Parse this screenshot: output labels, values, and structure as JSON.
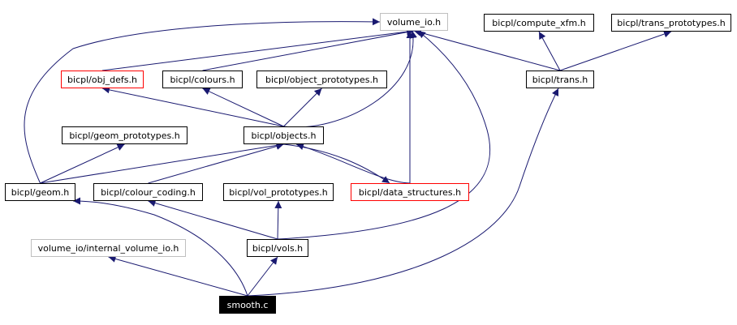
{
  "colors": {
    "edge": "#191970",
    "border_default": "#000000",
    "border_red": "#ff0000",
    "border_gray": "#bfbfbf",
    "root_fill": "#000000",
    "root_text": "#ffffff"
  },
  "nodes": [
    {
      "id": "volume_io_h",
      "label": "volume_io.h",
      "style": "gray"
    },
    {
      "id": "compute_xfm_h",
      "label": "bicpl/compute_xfm.h",
      "style": "default"
    },
    {
      "id": "trans_prototypes_h",
      "label": "bicpl/trans_prototypes.h",
      "style": "default"
    },
    {
      "id": "obj_defs_h",
      "label": "bicpl/obj_defs.h",
      "style": "red"
    },
    {
      "id": "colours_h",
      "label": "bicpl/colours.h",
      "style": "default"
    },
    {
      "id": "object_prototypes_h",
      "label": "bicpl/object_prototypes.h",
      "style": "default"
    },
    {
      "id": "trans_h",
      "label": "bicpl/trans.h",
      "style": "default"
    },
    {
      "id": "geom_prototypes_h",
      "label": "bicpl/geom_prototypes.h",
      "style": "default"
    },
    {
      "id": "objects_h",
      "label": "bicpl/objects.h",
      "style": "default"
    },
    {
      "id": "geom_h",
      "label": "bicpl/geom.h",
      "style": "default"
    },
    {
      "id": "colour_coding_h",
      "label": "bicpl/colour_coding.h",
      "style": "default"
    },
    {
      "id": "vol_prototypes_h",
      "label": "bicpl/vol_prototypes.h",
      "style": "default"
    },
    {
      "id": "data_structures_h",
      "label": "bicpl/data_structures.h",
      "style": "red"
    },
    {
      "id": "internal_volume_io_h",
      "label": "volume_io/internal_volume_io.h",
      "style": "gray"
    },
    {
      "id": "vols_h",
      "label": "bicpl/vols.h",
      "style": "default"
    },
    {
      "id": "smooth_c",
      "label": "smooth.c",
      "style": "root"
    }
  ],
  "edges": [
    {
      "from": "smooth_c",
      "to": "internal_volume_io_h"
    },
    {
      "from": "smooth_c",
      "to": "geom_h"
    },
    {
      "from": "smooth_c",
      "to": "vols_h"
    },
    {
      "from": "smooth_c",
      "to": "trans_h"
    },
    {
      "from": "geom_h",
      "to": "volume_io_h"
    },
    {
      "from": "geom_h",
      "to": "geom_prototypes_h"
    },
    {
      "from": "geom_h",
      "to": "objects_h"
    },
    {
      "from": "obj_defs_h",
      "to": "volume_io_h"
    },
    {
      "from": "colours_h",
      "to": "volume_io_h"
    },
    {
      "from": "objects_h",
      "to": "volume_io_h"
    },
    {
      "from": "objects_h",
      "to": "obj_defs_h"
    },
    {
      "from": "objects_h",
      "to": "colours_h"
    },
    {
      "from": "objects_h",
      "to": "object_prototypes_h"
    },
    {
      "from": "objects_h",
      "to": "data_structures_h"
    },
    {
      "from": "data_structures_h",
      "to": "volume_io_h"
    },
    {
      "from": "data_structures_h",
      "to": "objects_h"
    },
    {
      "from": "colour_coding_h",
      "to": "objects_h"
    },
    {
      "from": "vols_h",
      "to": "volume_io_h"
    },
    {
      "from": "vols_h",
      "to": "colour_coding_h"
    },
    {
      "from": "vols_h",
      "to": "vol_prototypes_h"
    },
    {
      "from": "trans_h",
      "to": "volume_io_h"
    },
    {
      "from": "trans_h",
      "to": "compute_xfm_h"
    },
    {
      "from": "trans_h",
      "to": "trans_prototypes_h"
    }
  ]
}
